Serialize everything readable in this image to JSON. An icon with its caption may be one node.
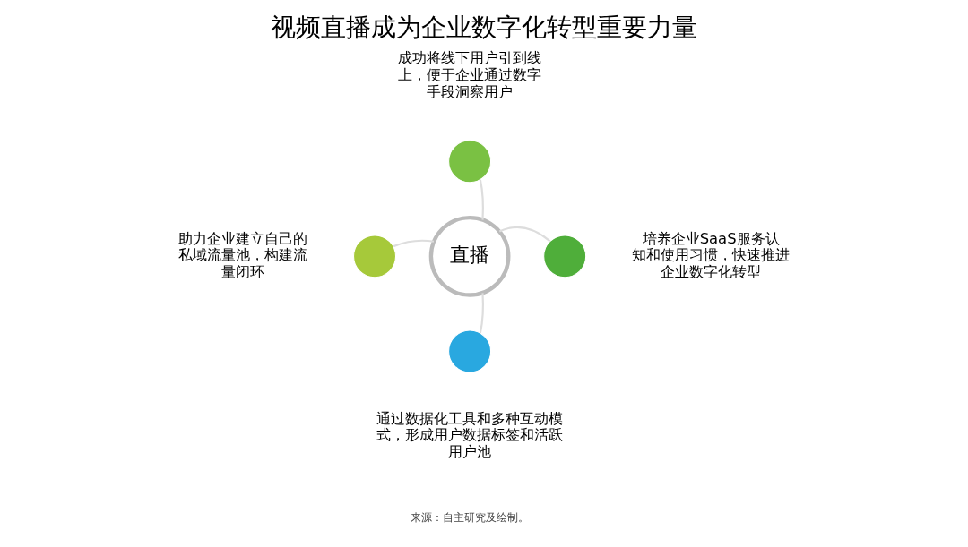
{
  "diagram": {
    "title": "视频直播成为企业数字化转型重要力量",
    "nodes": [
      {
        "text": [
          "直播"
        ]
      },
      {
        "text": [],
        "shape": "circle",
        "beside": [
          "成功将线下用户引到线上，便于企业通过数字手段洞察用户"
        ]
      },
      {
        "text": [],
        "shape": "circle",
        "beside": [
          "助力企业建立自己的私域流量池，构建流量闭环"
        ]
      },
      {
        "text": [],
        "shape": "circle",
        "beside": [
          "培养企业SaaS服务认知和使用习惯，快速推进企业数字化转型"
        ]
      },
      {
        "text": [],
        "shape": "circle",
        "beside": [
          "通过数据化工具和多种互动模式，形成用户数据标签和活跃用户池"
        ]
      }
    ],
    "edges": [
      {
        "from": 0,
        "to": 1,
        "arrow": "none"
      },
      {
        "from": 0,
        "to": 2,
        "arrow": "none"
      },
      {
        "from": 0,
        "to": 3,
        "arrow": "none"
      },
      {
        "from": 0,
        "to": 4,
        "arrow": "none"
      }
    ],
    "labels": [
      "来源：自主研究及绘制。"
    ]
  }
}
